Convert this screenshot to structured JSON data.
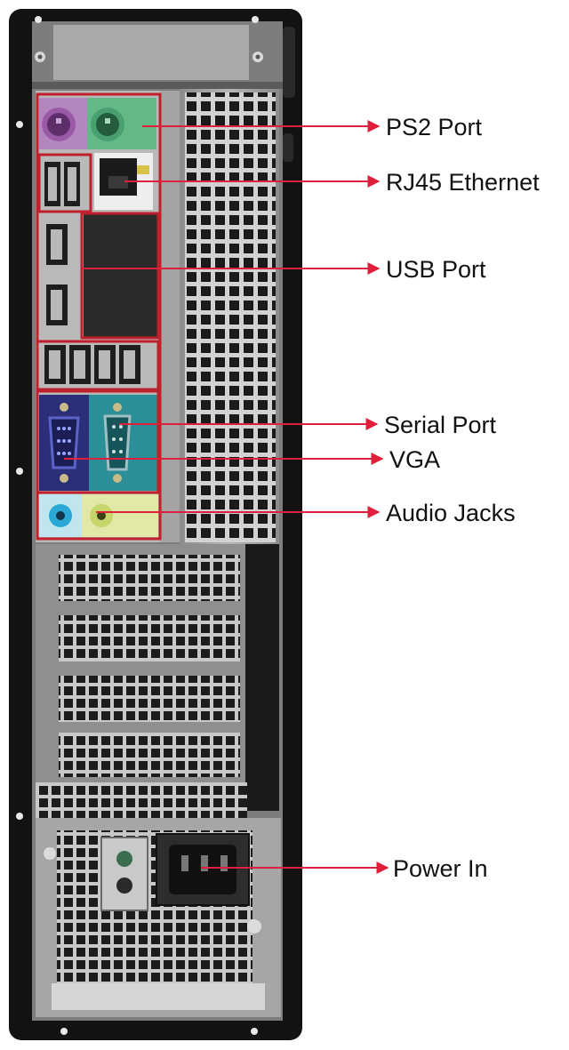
{
  "labels": {
    "ps2": "PS2 Port",
    "rj45": "RJ45 Ethernet",
    "usb": "USB Port",
    "serial": "Serial Port",
    "vga": "VGA",
    "audio": "Audio Jacks",
    "power": "Power In"
  },
  "colors": {
    "callout_line": "#e0203a",
    "highlight_box": "#c0202a",
    "chassis": "#121212",
    "panel_metal": "#9a9a9a",
    "grille_dark": "#1a1a1a",
    "ps2_mouse": "#9b5aa8",
    "ps2_keyboard": "#48a070",
    "serial_teal": "#2a8f96",
    "vga_blue": "#2b2f7a",
    "audio_blue": "#2aa9d6",
    "audio_lime": "#c6d66a"
  },
  "icons": [
    "ps2-mouse-icon",
    "ps2-keyboard-icon",
    "ethernet-jack-icon",
    "usb-port-icon",
    "serial-port-icon",
    "vga-port-icon",
    "audio-jack-icon",
    "power-inlet-icon",
    "voltage-switch-icon"
  ]
}
